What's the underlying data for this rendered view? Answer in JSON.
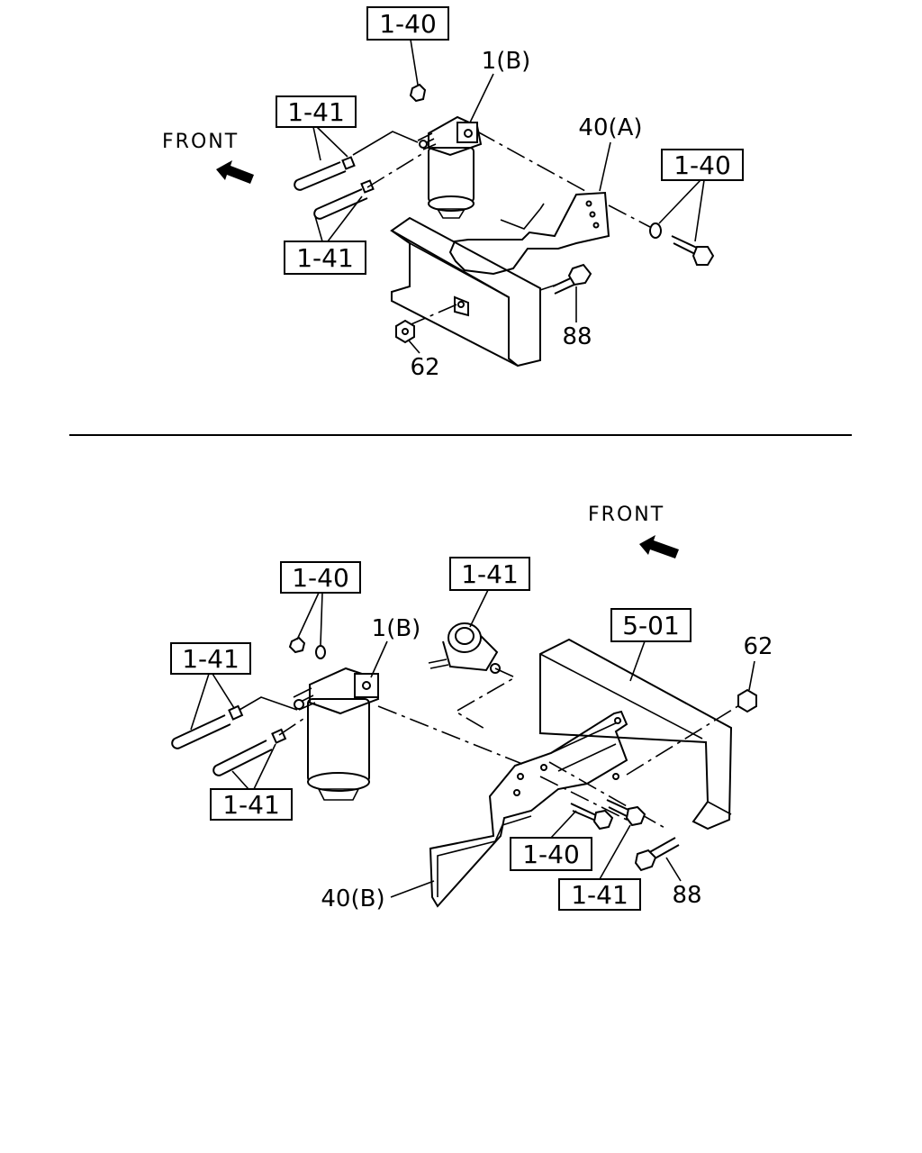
{
  "top": {
    "front_label": "FRONT",
    "callouts": {
      "c1": "1-40",
      "c2": "1-41",
      "c3": "1-41",
      "c4": "1-40"
    },
    "labels": {
      "l1": "1(B)",
      "l2": "40(A)",
      "l3": "88",
      "l4": "62"
    }
  },
  "bottom": {
    "front_label": "FRONT",
    "callouts": {
      "c1": "1-40",
      "c2": "1-41",
      "c3": "1-41",
      "c4": "1-41",
      "c5": "5-01",
      "c6": "1-40",
      "c7": "1-41"
    },
    "labels": {
      "l1": "1(B)",
      "l2": "62",
      "l3": "88",
      "l4": "40(B)"
    }
  }
}
